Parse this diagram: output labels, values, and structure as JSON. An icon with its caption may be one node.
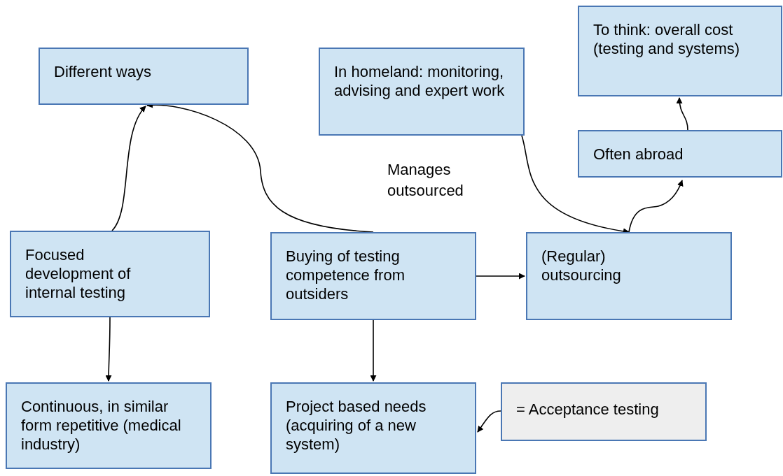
{
  "diagram": {
    "nodes": [
      {
        "text": [
          "Different ways"
        ]
      },
      {
        "text": [
          "In homeland: monitoring, advising and expert work"
        ]
      },
      {
        "text": [
          "To think: overall cost (testing and systems)"
        ]
      },
      {
        "text": [
          "Often abroad"
        ]
      },
      {
        "text": [
          "Focused development of internal testing"
        ]
      },
      {
        "text": [
          "Buying of testing competence from outsiders"
        ]
      },
      {
        "text": [
          "(Regular) outsourcing"
        ]
      },
      {
        "text": [
          "Continuous, in similar form repetitive (medical industry)"
        ]
      },
      {
        "text": [
          "Project based needs (acquiring of a new system)"
        ]
      },
      {
        "text": [
          "= Acceptance testing"
        ]
      }
    ],
    "edges": [
      {
        "from": 4,
        "to": 0,
        "arrow": "to"
      },
      {
        "from": 5,
        "to": 0,
        "arrow": "to"
      },
      {
        "from": 1,
        "to": 6,
        "arrow": "to"
      },
      {
        "from": 6,
        "to": 3,
        "arrow": "to"
      },
      {
        "from": 3,
        "to": 2,
        "arrow": "to"
      },
      {
        "from": 5,
        "to": 6,
        "arrow": "to"
      },
      {
        "from": 5,
        "to": 8,
        "arrow": "to"
      },
      {
        "from": 4,
        "to": 7,
        "arrow": "to"
      },
      {
        "from": 9,
        "to": 8,
        "arrow": "to"
      }
    ],
    "labels": [
      "Manages outsourced"
    ]
  }
}
